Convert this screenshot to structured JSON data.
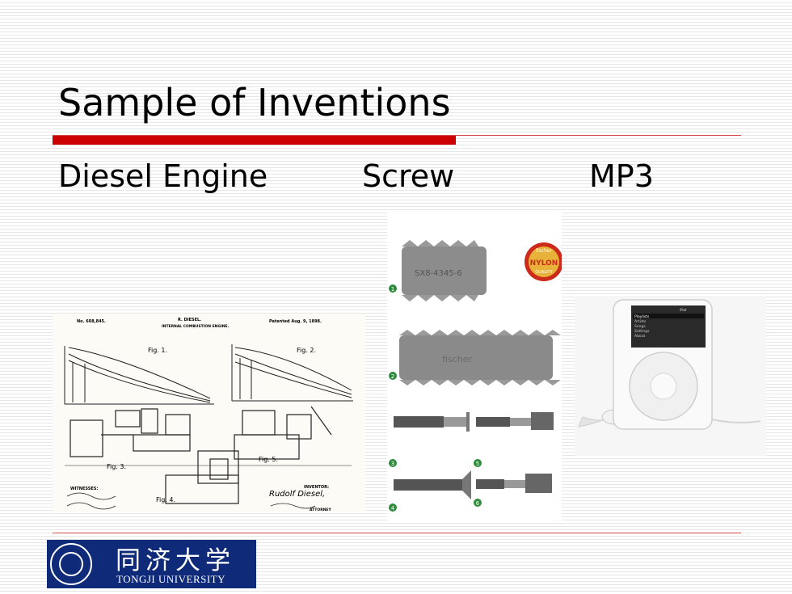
{
  "slide": {
    "title": "Sample of Inventions",
    "labels": [
      "Diesel Engine",
      "Screw",
      "MP3"
    ]
  },
  "patent": {
    "number": "No. 608,845.",
    "inventor_name": "R. DIESEL.",
    "patent_date": "Patented Aug. 9, 1898.",
    "device_title": "INTERNAL COMBUSTION ENGINE.",
    "fig1": "Fig. 1.",
    "fig2": "Fig. 2.",
    "fig3": "Fig. 3.",
    "fig4": "Fig. 4.",
    "fig5": "Fig. 5.",
    "witnesses": "WITNESSES:",
    "inventor_label": "INVENTOR:",
    "inventor_signature": "Rudolf Diesel,",
    "attorney": "ATTORNEY"
  },
  "screws": {
    "badge_top": "fischer",
    "badge_main": "NYLON",
    "badge_bottom": "QUALITY",
    "plug1_text": "SX8-4345-6",
    "plug2_text": "fischer",
    "markers": [
      "1",
      "2",
      "3",
      "4",
      "5",
      "6"
    ]
  },
  "ipod": {
    "header": "iPod",
    "menu": [
      "Playlists",
      "Artists",
      "Songs",
      "Settings",
      "About"
    ]
  },
  "logo": {
    "chinese": "同济大学",
    "english": "TONGJI UNIVERSITY"
  },
  "colors": {
    "accent_red": "#cc0000",
    "logo_blue": "#0f2a78",
    "marker_green": "#2e8b3a"
  }
}
